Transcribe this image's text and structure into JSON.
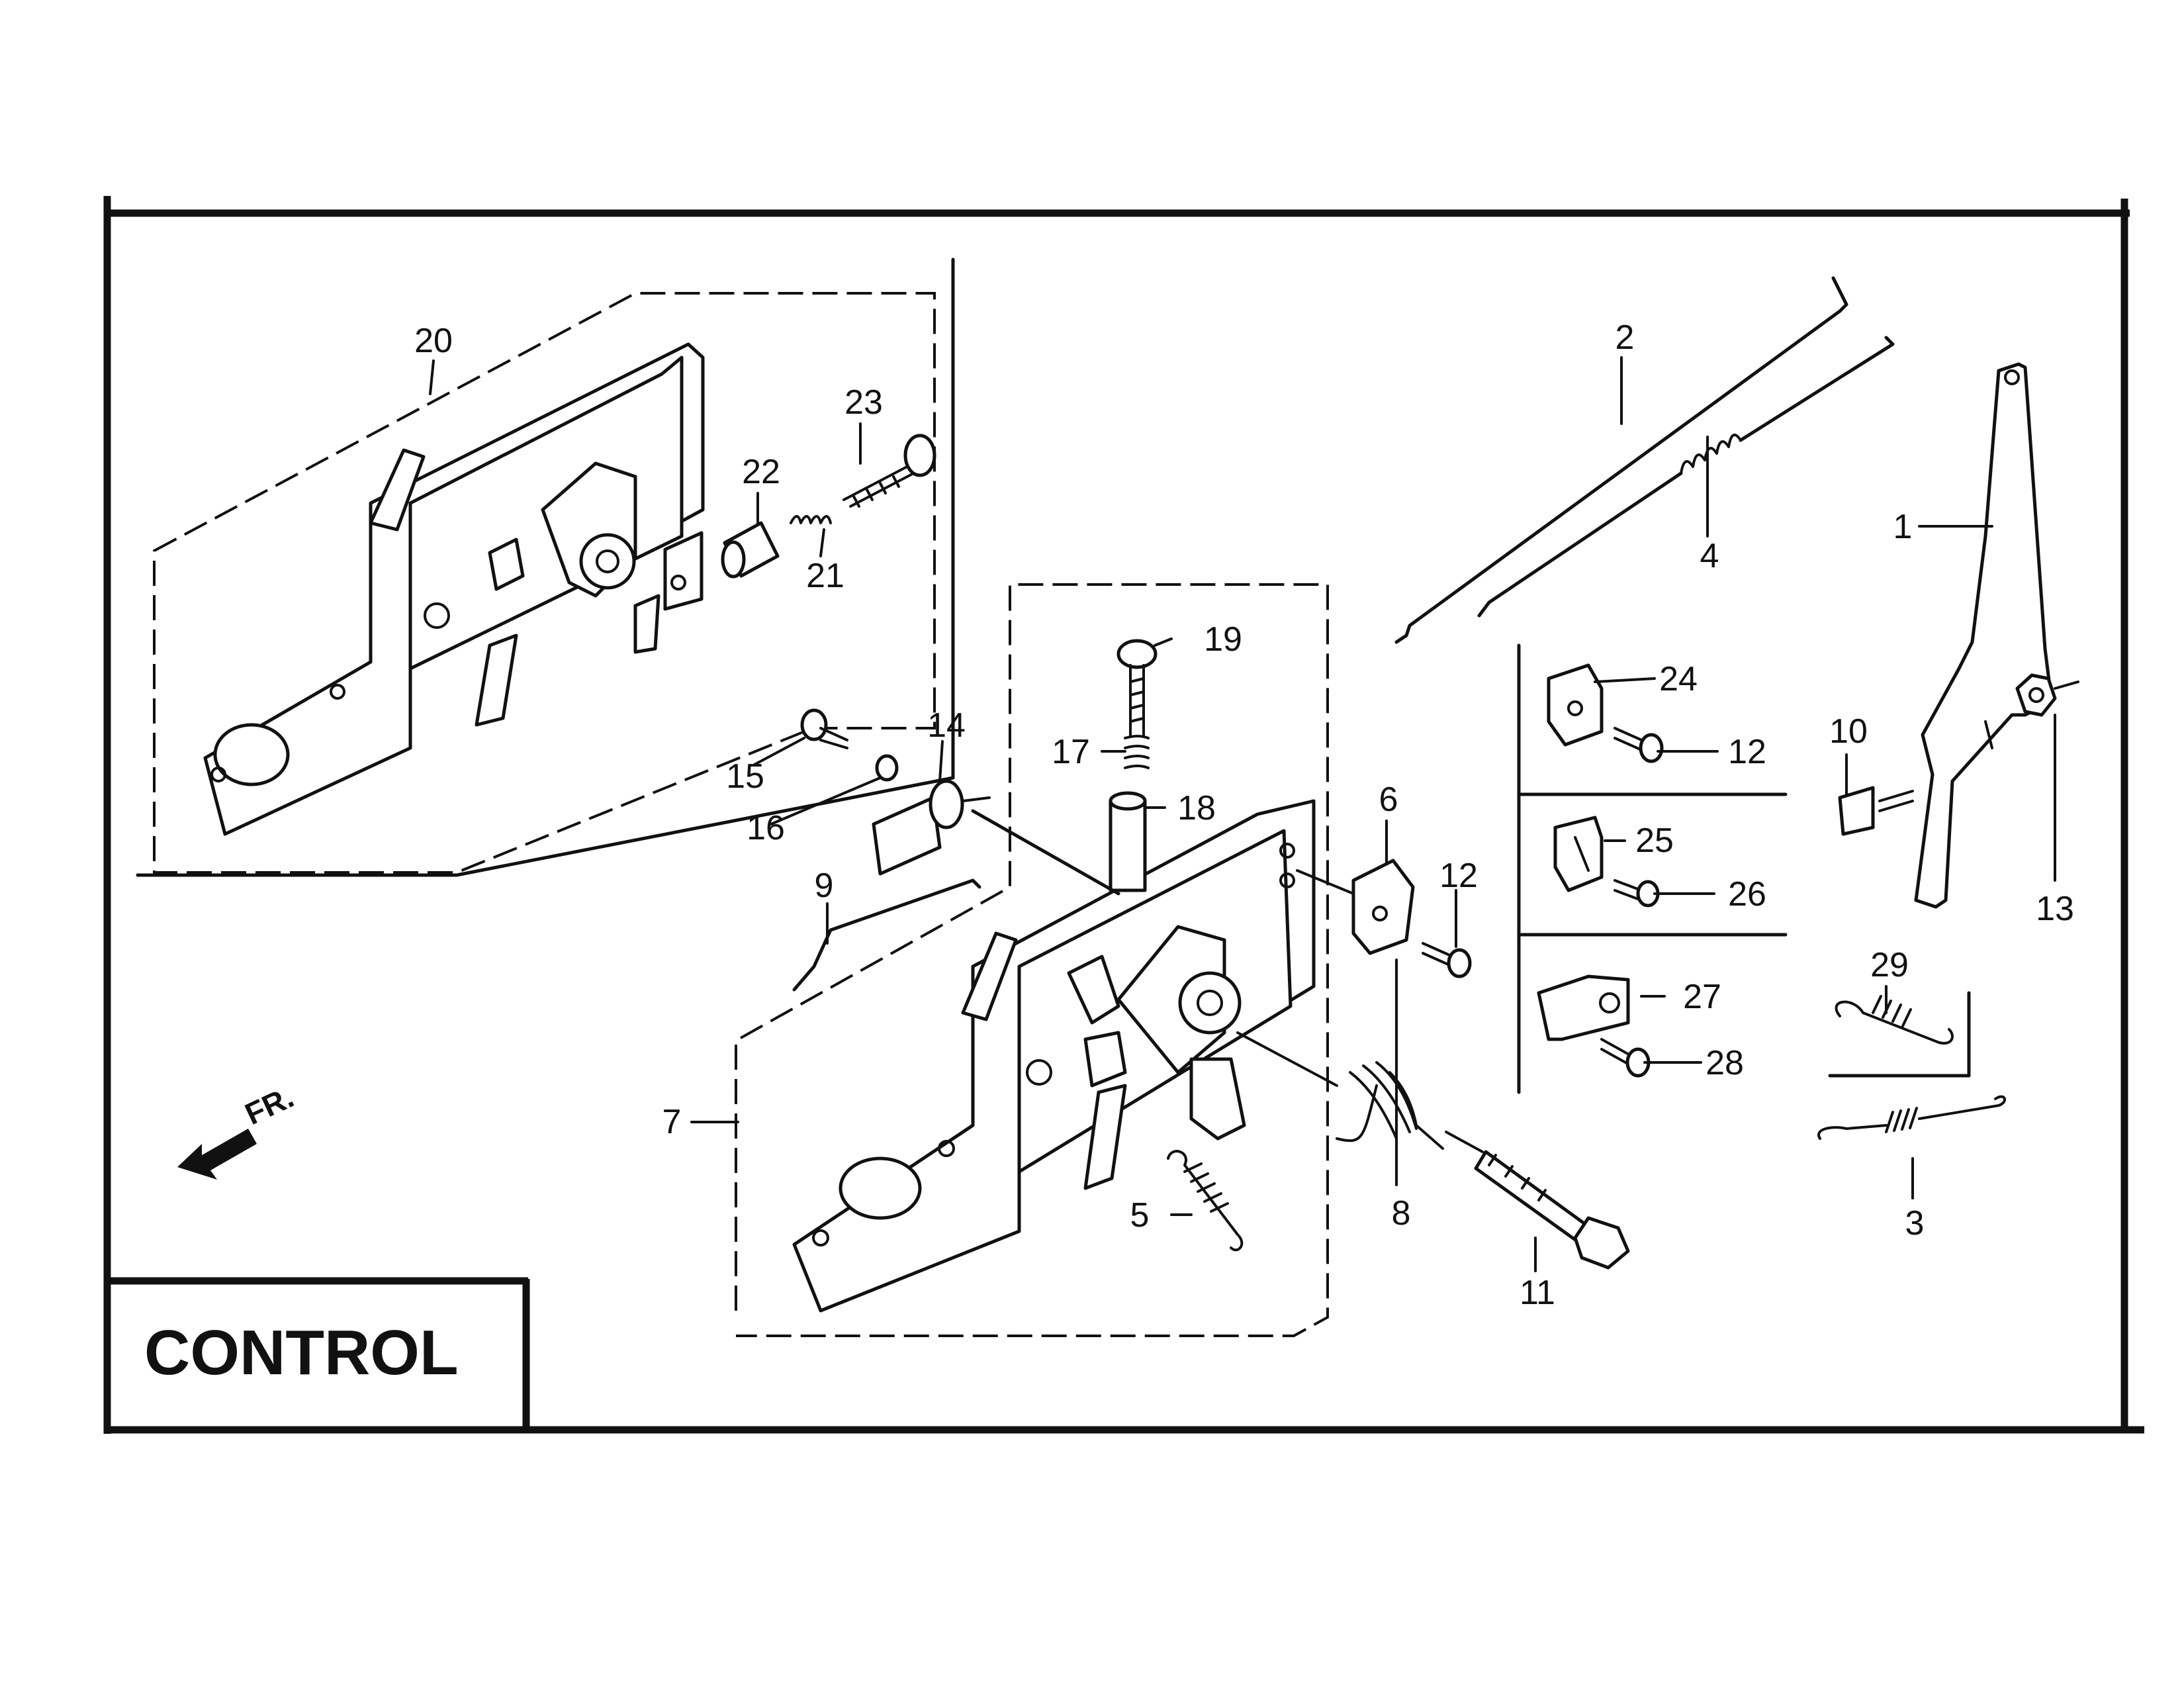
{
  "title": "CONTROL",
  "direction_label": "FR.",
  "callouts": [
    "1",
    "2",
    "3",
    "4",
    "5",
    "6",
    "7",
    "8",
    "9",
    "10",
    "11",
    "12",
    "12",
    "13",
    "14",
    "15",
    "16",
    "17",
    "18",
    "19",
    "20",
    "21",
    "22",
    "23",
    "24",
    "25",
    "26",
    "27",
    "28",
    "29"
  ]
}
